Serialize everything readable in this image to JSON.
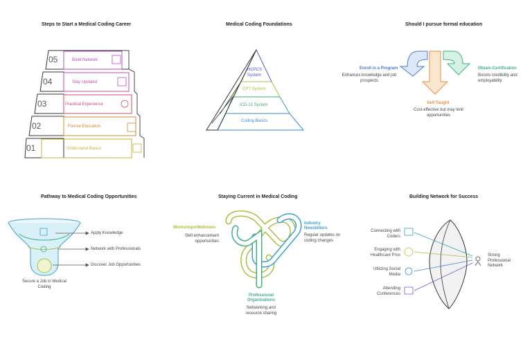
{
  "panels": {
    "steps": {
      "title": "Steps to Start a Medical Coding Career",
      "items": [
        {
          "num": "05",
          "label": "Build Network",
          "color": "#b04dc4"
        },
        {
          "num": "04",
          "label": "Stay Updated",
          "color": "#c04cb0"
        },
        {
          "num": "03",
          "label": "Practical Experience",
          "color": "#d04a6a"
        },
        {
          "num": "02",
          "label": "Formal Education",
          "color": "#d08a2a"
        },
        {
          "num": "01",
          "label": "Understand Basics",
          "color": "#c8b030"
        }
      ]
    },
    "foundations": {
      "title": "Medical Coding Foundations",
      "levels": [
        {
          "label": "HCPCS\nSystem",
          "line1": "HCPCS",
          "line2": "System",
          "color": "#4a5ad0"
        },
        {
          "label": "CPT System",
          "color": "#a8c040"
        },
        {
          "label": "ICD-10 System",
          "color": "#40a870"
        },
        {
          "label": "Coding Basics",
          "color": "#3a8ad0"
        }
      ]
    },
    "education": {
      "title": "Should I pursue formal education",
      "enroll": {
        "title": "Enroll in a Program",
        "desc": "Enhances knowledge and job prospects",
        "color": "#4a7ad0"
      },
      "self": {
        "title": "Self-Taught",
        "desc": "Cost-effective but may limit opportunities",
        "color": "#e09040"
      },
      "cert": {
        "title": "Obtain Certification",
        "desc": "Boosts credibility and employability",
        "color": "#40b080"
      }
    },
    "pathway": {
      "title": "Pathway to Medical Coding Opportunities",
      "items": [
        "Apply Knowledge",
        "Network with Professionals",
        "Discover Job Opportunities"
      ],
      "outcome": "Secure a Job in Medical Coding"
    },
    "current": {
      "title": "Staying Current in Medical Coding",
      "workshops": {
        "title": "Workshops/Webinars",
        "desc": "Skill enhancement opportunities",
        "color": "#a8c040"
      },
      "newsletters": {
        "title": "Industry Newsletters",
        "desc": "Regular updates on coding changes",
        "color": "#3aa0d0"
      },
      "orgs": {
        "title": "Professional Organizations",
        "desc": "Networking and resource sharing",
        "color": "#40b080"
      }
    },
    "network": {
      "title": "Building Network for Success",
      "items": [
        "Connecting with Coders",
        "Engaging with Healthcare Pros",
        "Utilizing Social Media",
        "Attending Conferences"
      ],
      "outcome": "Strong Professional Network"
    }
  }
}
